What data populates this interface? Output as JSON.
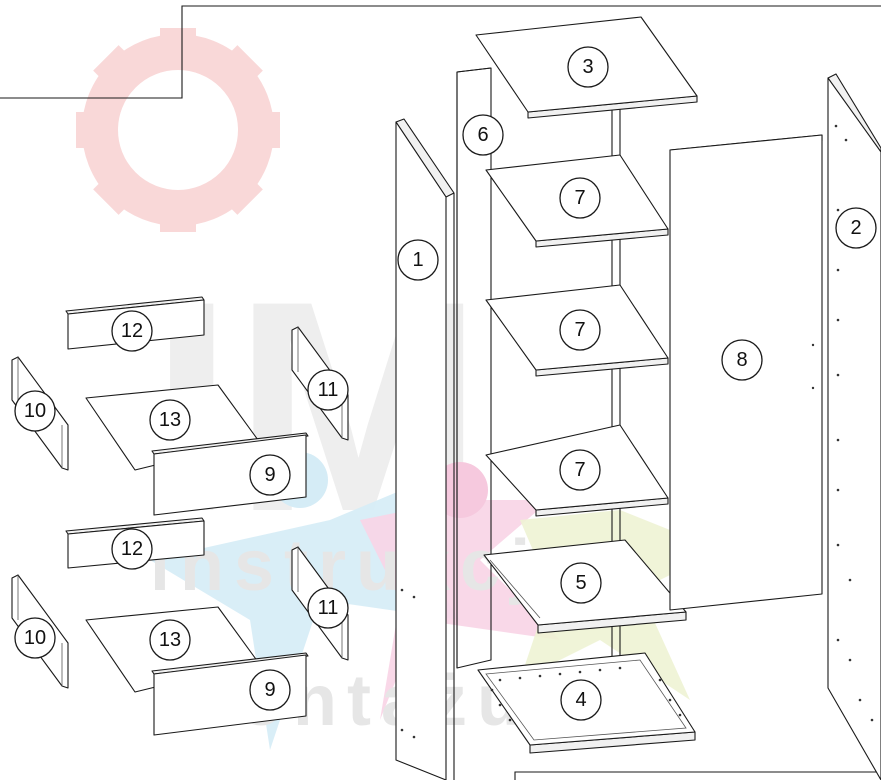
{
  "watermark": {
    "line1": "instrukcje",
    "line2": "montażu.pl",
    "logo_letters": "IM",
    "colors": {
      "gear": "#f9d8d8",
      "star_blue": "#d5ecf6",
      "star_pink": "#f8d4e6",
      "star_green": "#eef3d4",
      "pink_dot": "#f6c9de"
    }
  },
  "parts": [
    {
      "id": "p1",
      "label": "1"
    },
    {
      "id": "p2",
      "label": "2"
    },
    {
      "id": "p3",
      "label": "3"
    },
    {
      "id": "p4",
      "label": "4"
    },
    {
      "id": "p5",
      "label": "5"
    },
    {
      "id": "p6",
      "label": "6"
    },
    {
      "id": "p7a",
      "label": "7"
    },
    {
      "id": "p7b",
      "label": "7"
    },
    {
      "id": "p7c",
      "label": "7"
    },
    {
      "id": "p8",
      "label": "8"
    },
    {
      "id": "p9a",
      "label": "9"
    },
    {
      "id": "p9b",
      "label": "9"
    },
    {
      "id": "p10a",
      "label": "10"
    },
    {
      "id": "p10b",
      "label": "10"
    },
    {
      "id": "p11a",
      "label": "11"
    },
    {
      "id": "p11b",
      "label": "11"
    },
    {
      "id": "p12a",
      "label": "12"
    },
    {
      "id": "p12b",
      "label": "12"
    },
    {
      "id": "p13a",
      "label": "13"
    },
    {
      "id": "p13b",
      "label": "13"
    }
  ]
}
